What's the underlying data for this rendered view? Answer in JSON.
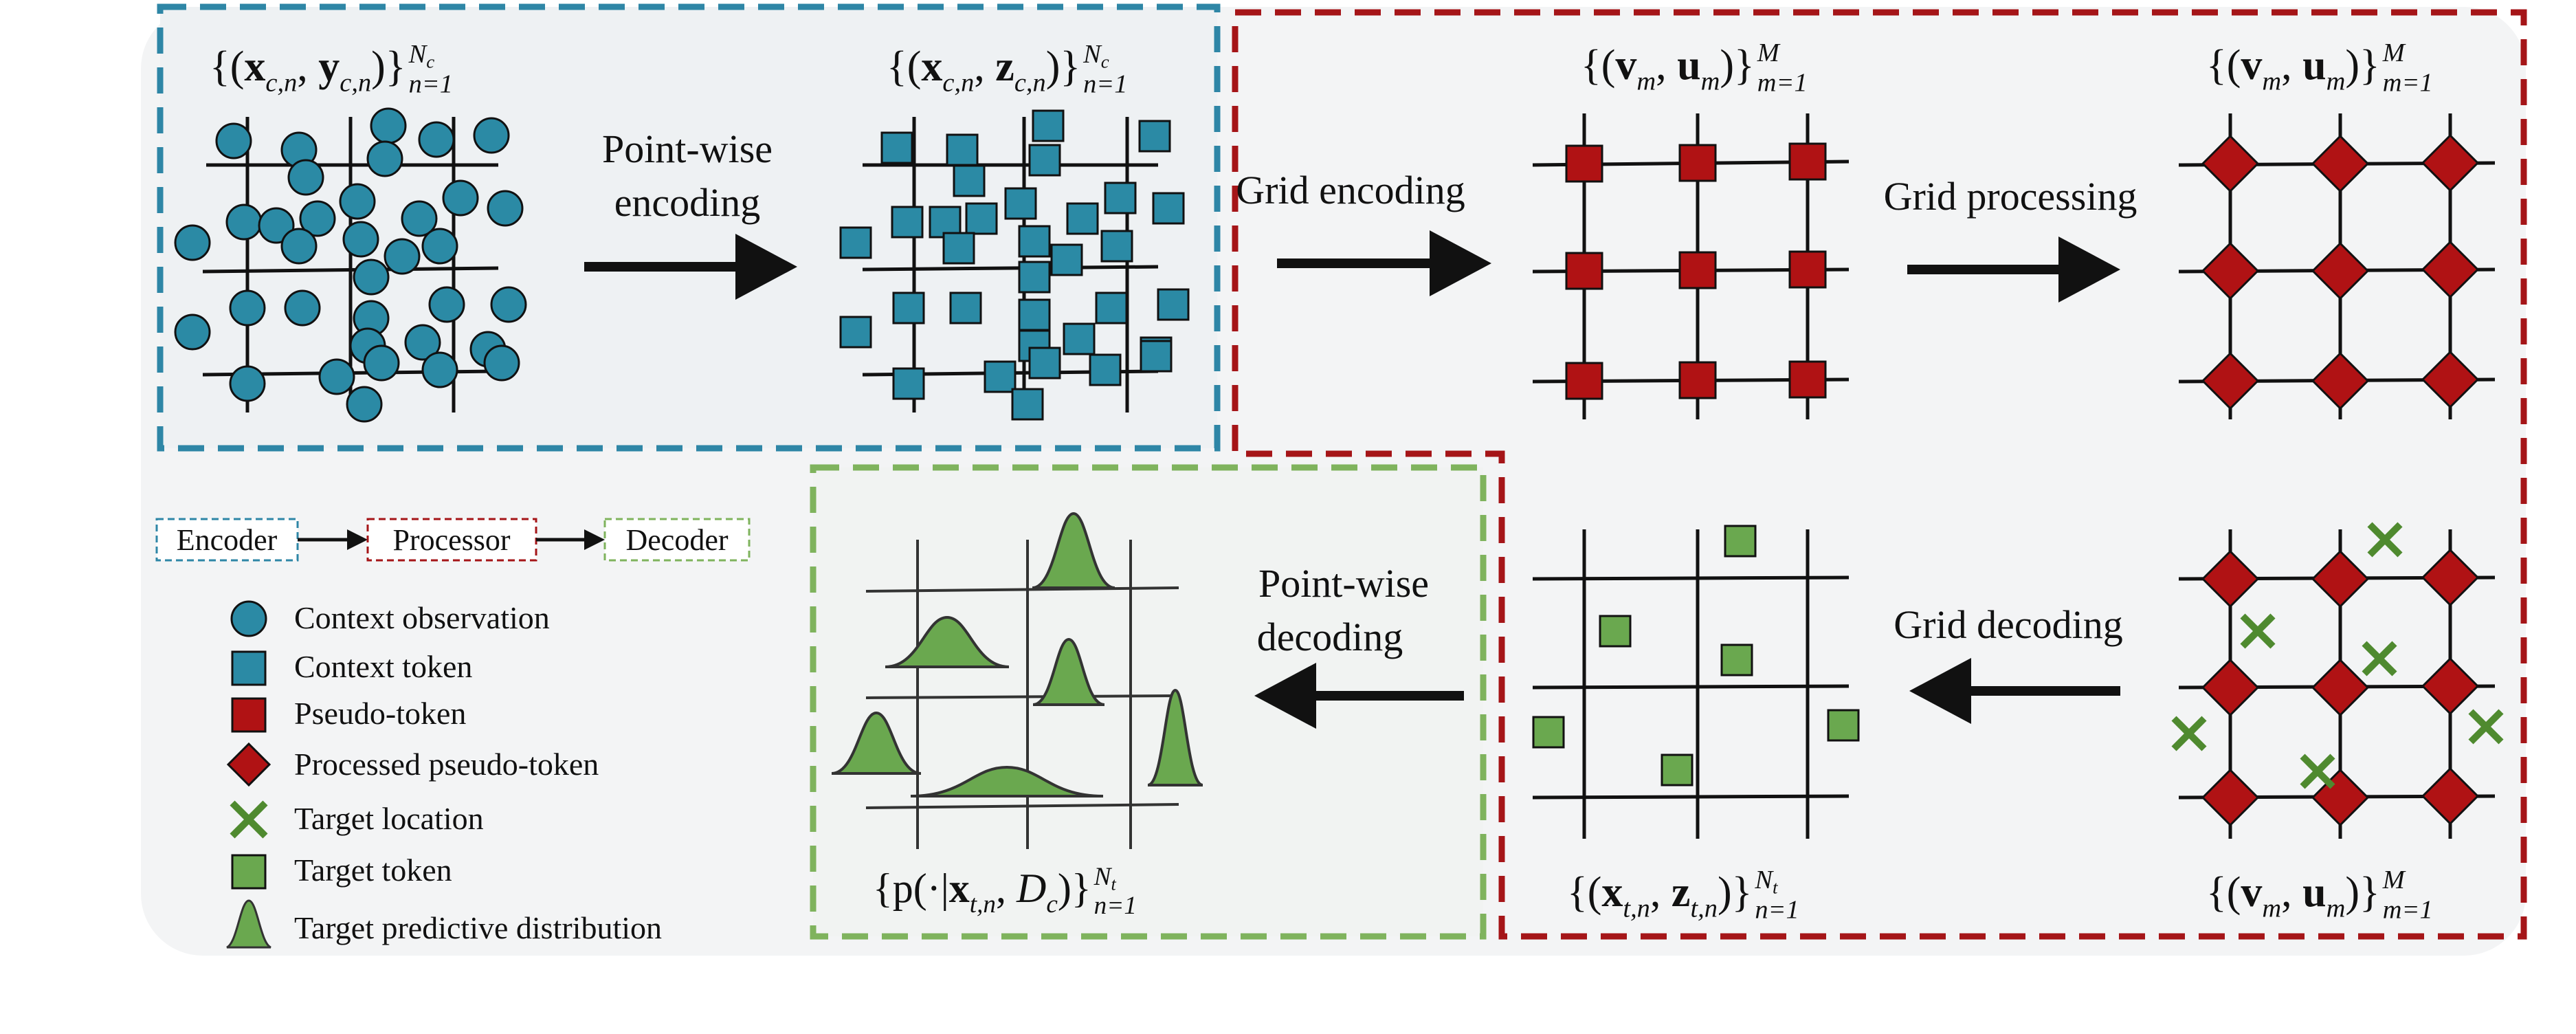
{
  "colors": {
    "encoder": "#2e86a6",
    "processor": "#a51518",
    "decoder": "#7fb35d",
    "context": "#2b8aa5",
    "pseudo": "#b01214",
    "target": "#6aa84f",
    "target_cross": "#4f8a2f",
    "panel_bg": "#f3f4f5"
  },
  "top_labels": {
    "ctx_obs": {
      "pre": "{(",
      "x": "x",
      "xsub": "c,n",
      "comma": ", ",
      "y": "y",
      "ysub": "c,n",
      "post": ")}",
      "sup": "N",
      "supsub": "c",
      "lim": "n=1"
    },
    "ctx_tok": {
      "pre": "{(",
      "x": "x",
      "xsub": "c,n",
      "comma": ", ",
      "y": "z",
      "ysub": "c,n",
      "post": ")}",
      "sup": "N",
      "supsub": "c",
      "lim": "n=1"
    },
    "pseudo_1": {
      "pre": "{(",
      "x": "v",
      "xsub": "m",
      "comma": ", ",
      "y": "u",
      "ysub": "m",
      "post": ")}",
      "sup": "M",
      "lim": "m=1"
    },
    "pseudo_2": {
      "pre": "{(",
      "x": "v",
      "xsub": "m",
      "comma": ", ",
      "y": "u",
      "ysub": "m",
      "post": ")}",
      "sup": "M",
      "lim": "m=1"
    },
    "pseudo_3": {
      "pre": "{(",
      "x": "v",
      "xsub": "m",
      "comma": ", ",
      "y": "u",
      "ysub": "m",
      "post": ")}",
      "sup": "M",
      "lim": "m=1"
    },
    "tgt_tok": {
      "pre": "{(",
      "x": "x",
      "xsub": "t,n",
      "comma": ", ",
      "y": "z",
      "ysub": "t,n",
      "post": ")}",
      "sup": "N",
      "supsub": "t",
      "lim": "n=1"
    },
    "pred": {
      "pre": "{p(·|",
      "x": "x",
      "xsub": "t,n",
      "comma": ", ",
      "y": "D",
      "ysub": "c",
      "post": ")}",
      "sup": "N",
      "supsub": "t",
      "lim": "n=1"
    }
  },
  "steps": {
    "pointwise_encoding": [
      "Point-wise",
      "encoding"
    ],
    "grid_encoding": "Grid encoding",
    "grid_processing": "Grid processing",
    "grid_decoding": "Grid decoding",
    "pointwise_decoding": [
      "Point-wise",
      "decoding"
    ]
  },
  "flow": {
    "encoder": "Encoder",
    "processor": "Processor",
    "decoder": "Decoder"
  },
  "legend": [
    {
      "icon": "circle-icon",
      "label": "Context observation"
    },
    {
      "icon": "square-icon",
      "label": "Context token"
    },
    {
      "icon": "red-square-icon",
      "label": "Pseudo-token"
    },
    {
      "icon": "diamond-icon",
      "label": "Processed pseudo-token"
    },
    {
      "icon": "cross-icon",
      "label": "Target location"
    },
    {
      "icon": "green-square-icon",
      "label": "Target token"
    },
    {
      "icon": "bell-icon",
      "label": "Target predictive distribution"
    }
  ]
}
